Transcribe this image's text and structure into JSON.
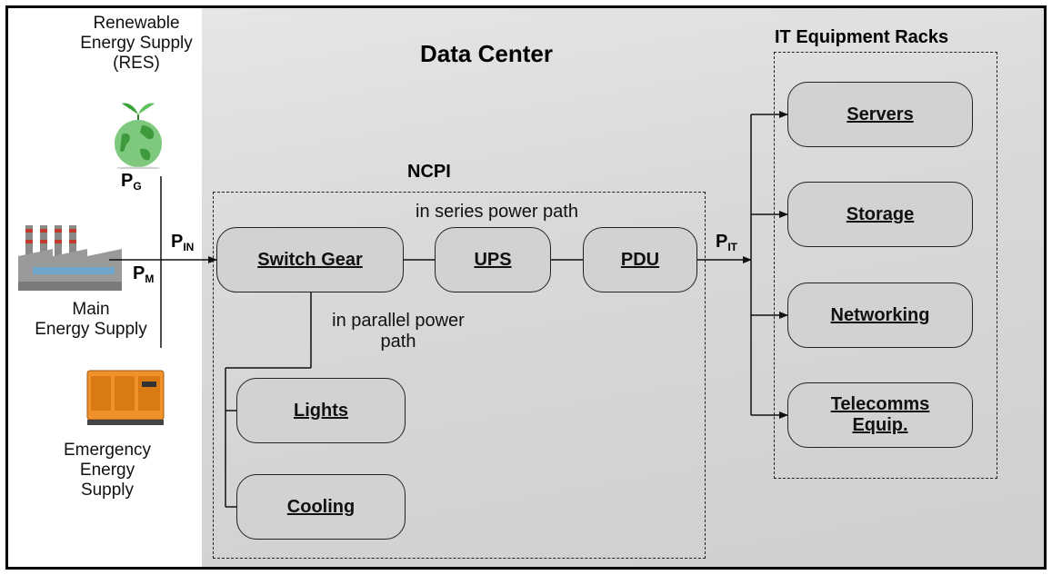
{
  "title": "Data Center",
  "res_label": "Renewable\nEnergy Supply\n(RES)",
  "main_label": "Main\nEnergy Supply",
  "emergency_label": "Emergency\nEnergy\nSupply",
  "ncpi_label": "NCPI",
  "it_racks_label": "IT Equipment Racks",
  "series_label": "in series power path",
  "parallel_label": "in parallel power\npath",
  "power_labels": {
    "pg": {
      "main": "P",
      "sub": "G"
    },
    "pm": {
      "main": "P",
      "sub": "M"
    },
    "pin": {
      "main": "P",
      "sub": "IN"
    },
    "pit": {
      "main": "P",
      "sub": "IT"
    }
  },
  "boxes": {
    "switch_gear": "Switch Gear",
    "ups": "UPS",
    "pdu": "PDU",
    "lights": "Lights",
    "cooling": "Cooling",
    "servers": "Servers",
    "storage": "Storage",
    "networking": "Networking",
    "telecomms": "Telecomms\nEquip."
  },
  "colors": {
    "box_fill": "#d2d2d2",
    "globe_green": "#4caf50",
    "generator_orange": "#f0912a"
  }
}
